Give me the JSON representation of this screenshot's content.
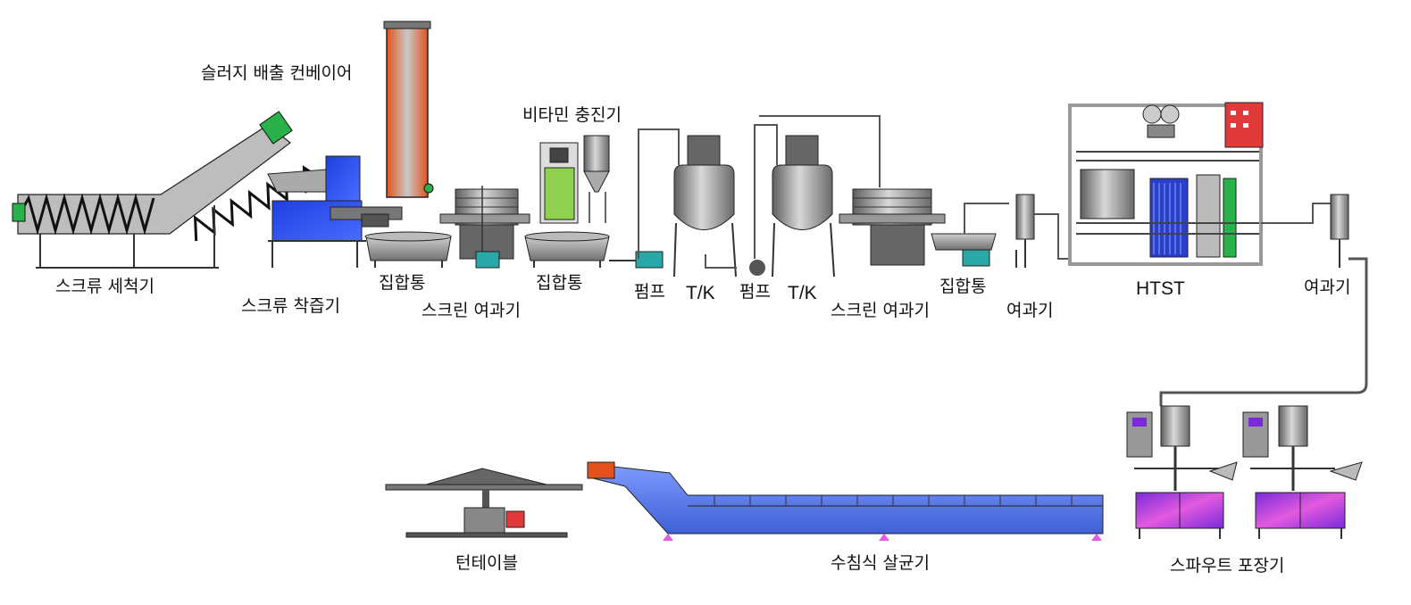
{
  "labels": {
    "sludge_conveyor": "슬러지 배출 컨베이어",
    "vitamin_filler": "비타민 충진기",
    "screw_washer": "스크류 세척기",
    "screw_juicer": "스크류 착즙기",
    "collect_tank_1": "집합통",
    "screen_filter_1": "스크린 여과기",
    "collect_tank_2": "집합통",
    "pump_1": "펌프",
    "tk_1": "T/K",
    "pump_2": "펌프",
    "tk_2": "T/K",
    "screen_filter_2": "스크린 여과기",
    "collect_tank_3": "집합통",
    "filter_1": "여과기",
    "htst": "HTST",
    "filter_2": "여과기",
    "turntable": "턴테이블",
    "sterilizer": "수침식 살균기",
    "spout_packer": "스파우트 포장기"
  },
  "colors": {
    "conveyor_orange": "#e2521a",
    "hopper_blue": "#1f3fe0",
    "filler_green": "#8fd14f",
    "sterilizer_blue": "#5a7be6",
    "packer_purple": "#b43be0",
    "panel_red": "#e03a3a",
    "pump_teal": "#2aa7a7",
    "steel": "#8a8a8a"
  }
}
